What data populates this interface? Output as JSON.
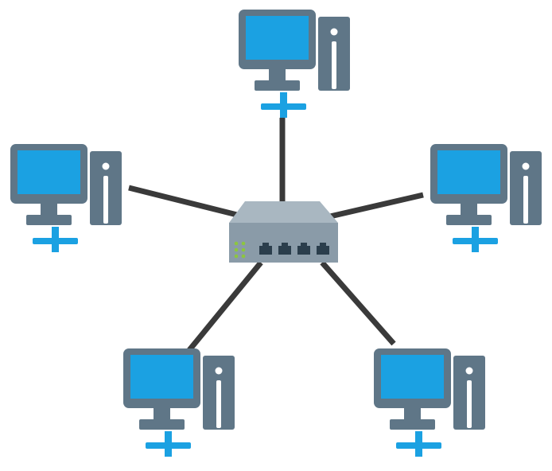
{
  "diagram": {
    "topology": "star",
    "hub": {
      "icon": "network-switch-icon",
      "port_count": 4,
      "indicator_light_count": 6
    },
    "nodes": [
      {
        "id": "top",
        "icon": "desktop-computer-icon"
      },
      {
        "id": "left",
        "icon": "desktop-computer-icon"
      },
      {
        "id": "right",
        "icon": "desktop-computer-icon"
      },
      {
        "id": "bottom-left",
        "icon": "desktop-computer-icon"
      },
      {
        "id": "bottom-right",
        "icon": "desktop-computer-icon"
      }
    ],
    "colors": {
      "screen": "#1BA1E2",
      "computer_body": "#5F7687",
      "connector": "#1BA1E2",
      "cable": "#3A3A3A",
      "switch_top": "#A9B7C1",
      "switch_front": "#8A9BA8",
      "port": "#2B3E4C",
      "indicator": "#8CC63F"
    }
  }
}
